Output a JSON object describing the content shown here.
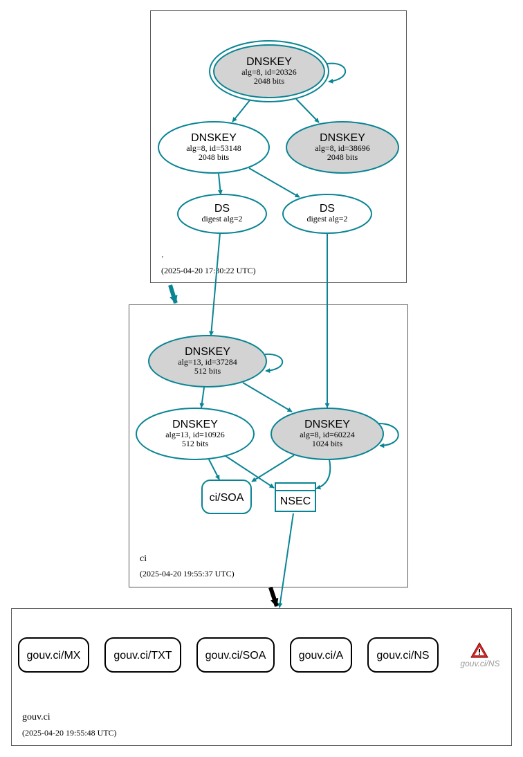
{
  "zones": {
    "root": {
      "label": ".",
      "timestamp": "(2025-04-20 17:30:22 UTC)"
    },
    "ci": {
      "label": "ci",
      "timestamp": "(2025-04-20 19:55:37 UTC)"
    },
    "gouv": {
      "label": "gouv.ci",
      "timestamp": "(2025-04-20 19:55:48 UTC)"
    }
  },
  "nodes": {
    "root_ksk": {
      "title": "DNSKEY",
      "line1": "alg=8, id=20326",
      "line2": "2048 bits"
    },
    "root_zsk1": {
      "title": "DNSKEY",
      "line1": "alg=8, id=53148",
      "line2": "2048 bits"
    },
    "root_zsk2": {
      "title": "DNSKEY",
      "line1": "alg=8, id=38696",
      "line2": "2048 bits"
    },
    "ds1": {
      "title": "DS",
      "line1": "digest alg=2"
    },
    "ds2": {
      "title": "DS",
      "line1": "digest alg=2"
    },
    "ci_ksk13": {
      "title": "DNSKEY",
      "line1": "alg=13, id=37284",
      "line2": "512 bits"
    },
    "ci_zsk13": {
      "title": "DNSKEY",
      "line1": "alg=13, id=10926",
      "line2": "512 bits"
    },
    "ci_ksk8": {
      "title": "DNSKEY",
      "line1": "alg=8, id=60224",
      "line2": "1024 bits"
    },
    "ci_soa": {
      "title": "ci/SOA"
    },
    "nsec": {
      "title": "NSEC"
    }
  },
  "records": [
    "gouv.ci/MX",
    "gouv.ci/TXT",
    "gouv.ci/SOA",
    "gouv.ci/A",
    "gouv.ci/NS"
  ],
  "warning": {
    "label": "gouv.ci/NS",
    "icon": "warning-triangle-icon"
  },
  "colors": {
    "edge": "#0a8494",
    "key_fill": "#d3d3d3",
    "warning": "#d22b2b"
  }
}
